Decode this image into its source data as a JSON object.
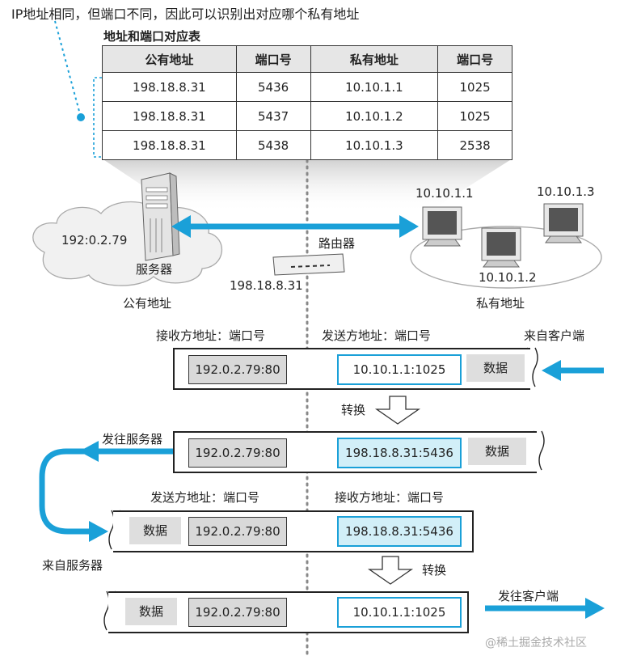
{
  "top_note": "IP地址相同，但端口不同，因此可以识别出对应哪个私有地址",
  "table": {
    "title": "地址和端口对应表",
    "headers": [
      "公有地址",
      "端口号",
      "私有地址",
      "端口号"
    ],
    "rows": [
      [
        "198.18.8.31",
        "5436",
        "10.10.1.1",
        "1025"
      ],
      [
        "198.18.8.31",
        "5437",
        "10.10.1.2",
        "1025"
      ],
      [
        "198.18.8.31",
        "5438",
        "10.10.1.3",
        "2538"
      ]
    ]
  },
  "network": {
    "server_ip": "192:0.2.79",
    "server_label": "服务器",
    "router_label": "路由器",
    "router_ip": "198.18.8.31",
    "public_label": "公有地址",
    "private_label": "私有地址",
    "clients": [
      "10.10.1.1",
      "10.10.1.3",
      "10.10.1.2"
    ]
  },
  "labels": {
    "recv_addr": "接收方地址：端口号",
    "send_addr": "发送方地址：端口号",
    "from_client": "来自客户端",
    "to_server": "发往服务器",
    "from_server": "来自服务器",
    "to_client": "发往客户端",
    "convert": "转换"
  },
  "packets": [
    {
      "dest": "192.0.2.79:80",
      "src": "10.10.1.1:1025",
      "data": "数据"
    },
    {
      "dest": "192.0.2.79:80",
      "src": "198.18.8.31:5436",
      "data": "数据"
    },
    {
      "data": "数据",
      "src": "192.0.2.79:80",
      "dest": "198.18.8.31:5436"
    },
    {
      "data": "数据",
      "src": "192.0.2.79:80",
      "dest": "10.10.1.1:1025"
    }
  ],
  "watermark": "@稀土掘金技术社区",
  "colors": {
    "accent": "#1aa0d8",
    "cyan_fill": "#d2eff8",
    "gray_fill": "#d9d9d9"
  }
}
